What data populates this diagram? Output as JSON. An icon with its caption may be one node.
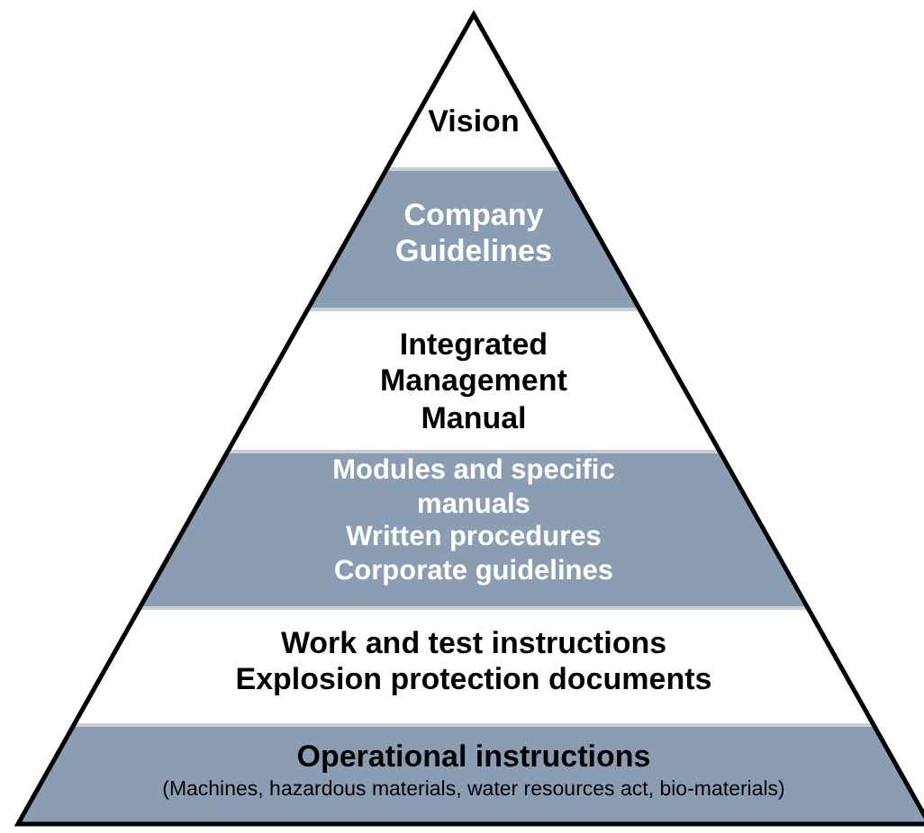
{
  "diagram": {
    "nodes": [
      {
        "text": [
          "Vision"
        ]
      },
      {
        "text": [
          "Company Guidelines"
        ]
      },
      {
        "text": [
          "Integrated Management Manual"
        ]
      },
      {
        "text": [
          "Modules and specific manuals",
          "Written procedures",
          "Corporate guidelines"
        ]
      },
      {
        "text": [
          "Work and test instructions",
          "Explosion protection documents"
        ]
      },
      {
        "text": [
          "Operational instructions",
          "(Machines, hazardous materials, water resources act, bio-materials)"
        ]
      }
    ]
  }
}
